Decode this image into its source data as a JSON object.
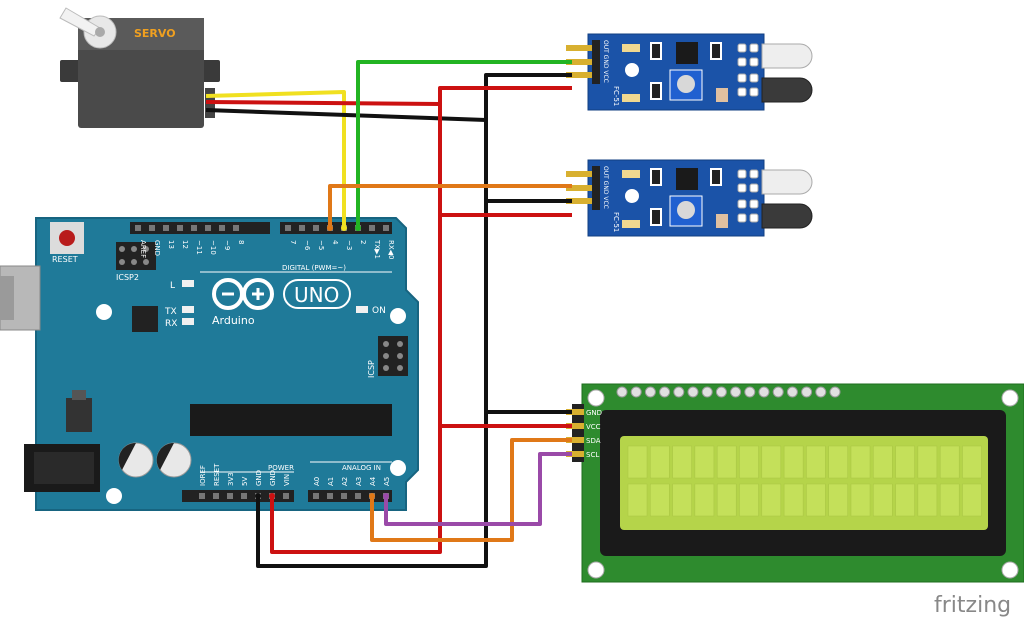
{
  "servo": {
    "label": "SERVO"
  },
  "arduino": {
    "reset_label": "RESET",
    "icsp2_label": "ICSP2",
    "icsp_label": "ICSP",
    "l_label": "L",
    "tx_label": "TX",
    "rx_label": "RX",
    "on_label": "ON",
    "uno_label": "UNO",
    "brand_label": "Arduino",
    "digital_label": "DIGITAL (PWM=~)",
    "power_label": "POWER",
    "analog_label": "ANALOG IN",
    "digital_pins": [
      "AREF",
      "GND",
      "13",
      "12",
      "~11",
      "~10",
      "~9",
      "8",
      "7",
      "~6",
      "~5",
      "4",
      "~3",
      "2",
      "TX▶1",
      "RX◀0"
    ],
    "power_pins": [
      "IOREF",
      "RESET",
      "3V3",
      "5V",
      "GND",
      "GND",
      "VIN"
    ],
    "analog_pins": [
      "A0",
      "A1",
      "A2",
      "A3",
      "A4",
      "A5"
    ]
  },
  "ir_sensors": [
    {
      "pins": [
        "OUT",
        "GND",
        "VCC"
      ],
      "model": "FC-51"
    },
    {
      "pins": [
        "OUT",
        "GND",
        "VCC"
      ],
      "model": "FC-51"
    }
  ],
  "lcd": {
    "pins": [
      "GND",
      "VCC",
      "SDA",
      "SCL"
    ]
  },
  "footer": {
    "brand": "fritzing"
  },
  "colors": {
    "board": "#1f7a99",
    "board_dark": "#176480",
    "lcd_pcb": "#2e8b2e",
    "lcd_screen": "#b5d44a",
    "ir_pcb": "#1b53a8",
    "wire_red": "#cc1111",
    "wire_black": "#111111",
    "wire_green": "#22b422",
    "wire_yellow": "#f0e020",
    "wire_orange": "#e07818",
    "wire_purple": "#9a4aa8"
  }
}
